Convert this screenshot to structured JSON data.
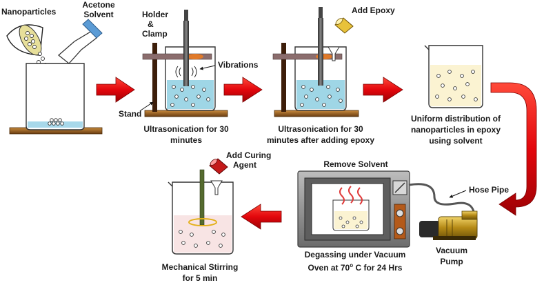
{
  "labels": {
    "nanoparticles": "Nanoparticles",
    "acetone_1": "Acetone",
    "acetone_2": "Solvent",
    "holder_1": "Holder",
    "holder_2": "&",
    "holder_3": "Clamp",
    "vibrations": "Vibrations",
    "stand": "Stand",
    "add_epoxy": "Add Epoxy",
    "step1_caption_1": "Ultrasonication for 30",
    "step1_caption_2": "minutes",
    "step2_caption_1": "Ultrasonication for 30",
    "step2_caption_2": "minutes after adding epoxy",
    "step3_caption_1": "Uniform distribution of",
    "step3_caption_2": "nanoparticles in epoxy",
    "step3_caption_3": "using solvent",
    "remove_solvent": "Remove Solvent",
    "hose_pipe": "Hose Pipe",
    "oven_caption_1": "Degassing under Vacuum",
    "oven_caption_2a": "Oven at 70",
    "oven_caption_2deg": "o",
    "oven_caption_2b": " C for 24 Hrs",
    "vacuum_1": "Vacuum",
    "vacuum_2": "Pump",
    "add_curing_1": "Add Curing",
    "add_curing_2": "Agent",
    "stir_caption_1": "Mechanical Stirring",
    "stir_caption_2": "for 5 min"
  },
  "colors": {
    "arrow_red": "#e3060c",
    "solution_blue": "#9fd6e6",
    "epoxy_cream": "#fbf3d2",
    "stirred_pink": "#f8e4e4",
    "oven_gray": "#8a8a8a",
    "pump_gold": "#c9a227"
  }
}
